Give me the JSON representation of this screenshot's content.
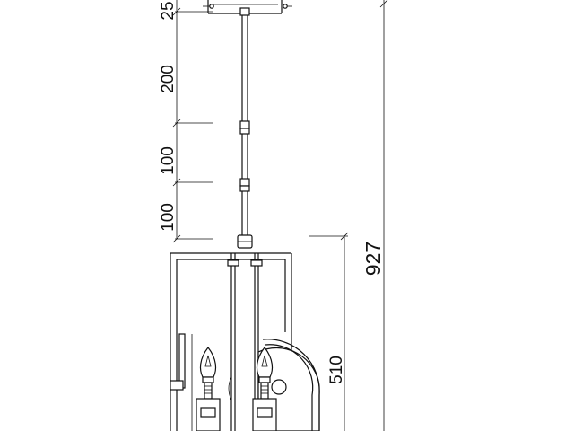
{
  "drawing": {
    "dimensions": {
      "d25": "25",
      "d200": "200",
      "d100a": "100",
      "d100b": "100",
      "d927": "927",
      "d510": "510"
    }
  }
}
